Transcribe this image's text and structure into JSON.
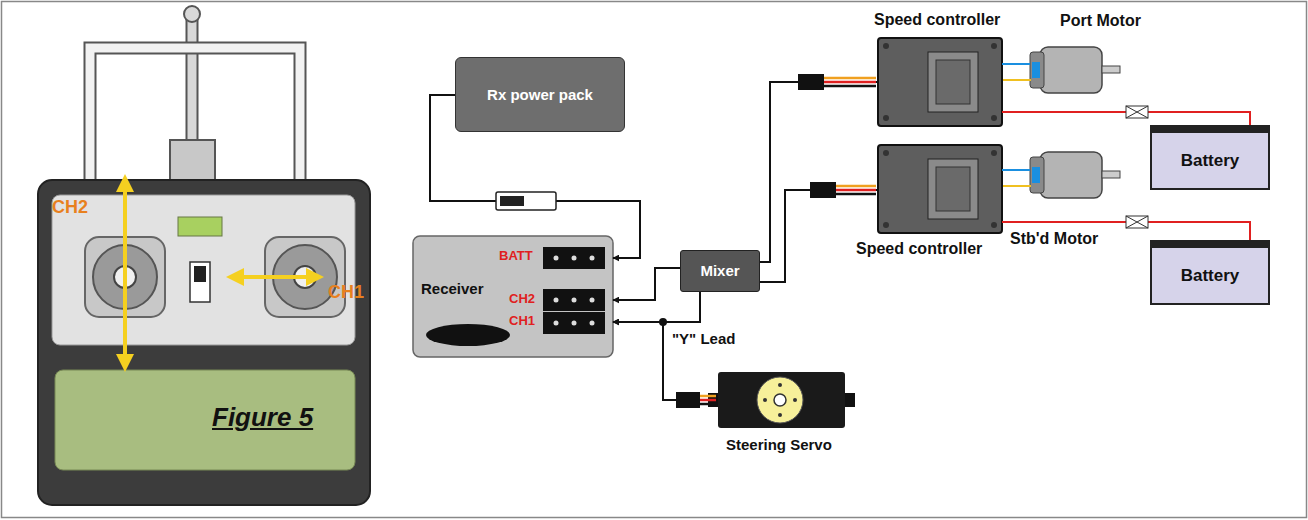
{
  "diagram": {
    "caption": "Figure 5",
    "nodes": [
      {
        "text": [
          "Rx power pack"
        ]
      },
      {
        "text": [
          "Receiver",
          "BATT",
          "CH2",
          "CH1"
        ]
      },
      {
        "text": [
          "Mixer"
        ]
      },
      {
        "text": [
          "Speed controller"
        ]
      },
      {
        "text": [
          "Speed controller"
        ]
      },
      {
        "text": [
          "Port Motor"
        ]
      },
      {
        "text": [
          "Battery"
        ]
      },
      {
        "text": [
          "Stb'd Motor"
        ]
      },
      {
        "text": [
          "Battery"
        ]
      },
      {
        "text": [
          "Steering Servo"
        ]
      }
    ],
    "edges": [
      {
        "from": 0,
        "to": 1,
        "arrow": "to"
      },
      {
        "from": 2,
        "to": 1,
        "arrow": "to"
      },
      {
        "from": 2,
        "to": 1,
        "arrow": "to"
      },
      {
        "from": 9,
        "to": 1,
        "arrow": "to"
      },
      {
        "from": 2,
        "to": 3,
        "arrow": "none"
      },
      {
        "from": 2,
        "to": 4,
        "arrow": "none"
      },
      {
        "from": 3,
        "to": 5,
        "arrow": "none"
      },
      {
        "from": 3,
        "to": 6,
        "arrow": "none"
      },
      {
        "from": 4,
        "to": 7,
        "arrow": "none"
      },
      {
        "from": 4,
        "to": 8,
        "arrow": "none"
      }
    ],
    "labels": [
      "CH2",
      "CH1",
      "\"Y\" Lead"
    ]
  }
}
